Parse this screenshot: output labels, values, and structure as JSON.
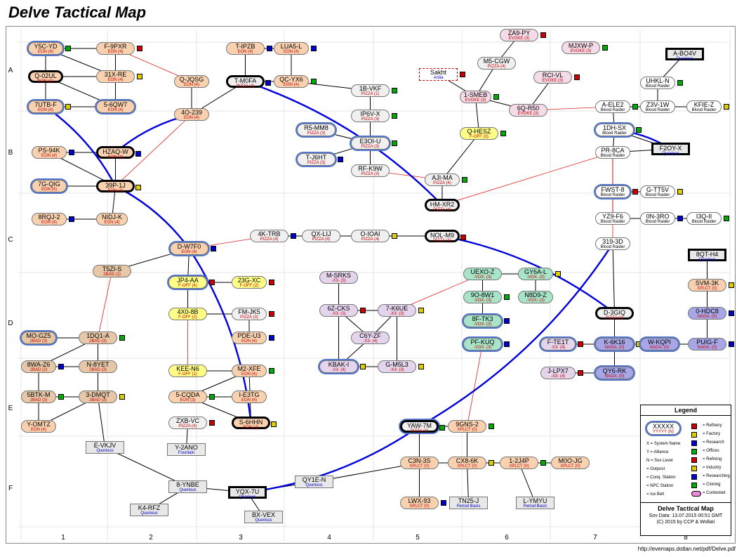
{
  "title": "Delve Tactical Map",
  "footer_url": "http://evemaps.dotlan.net/pdf/Delve.pdf",
  "row_labels": [
    "A",
    "B",
    "C",
    "D",
    "E",
    "F"
  ],
  "col_labels": [
    "1",
    "2",
    "3",
    "4",
    "5",
    "6",
    "7",
    "8"
  ],
  "colors": {
    "eon": "#f8d2b0",
    "pizza": "#f0f0f0",
    "evoke": "#f4dbe8",
    "foff": "#ffff88",
    "tbad": "#e6c8a8",
    "xe": "#e4d4ec",
    "vox": "#a8e4c8",
    "blood": "#ffffff",
    "naga": "#a7a7e7",
    "xplct": "#f8d2b0",
    "npc": "#e8e8e8",
    "ice": "#5577cc",
    "bridge": "#0000dd",
    "contested": "#ee88dd"
  },
  "systems": [
    {
      "name": "Y5C-YD",
      "alliance": "EON (4)",
      "c": "eon",
      "ice": true
    },
    {
      "name": "F-9PXR",
      "alliance": "EON (4)",
      "c": "eon"
    },
    {
      "name": "Q-02UL",
      "alliance": "EON (4)",
      "c": "eon",
      "bold": true
    },
    {
      "name": "31X-RE",
      "alliance": "EON (4)",
      "c": "eon"
    },
    {
      "name": "7UTB-F",
      "alliance": "EON (4)",
      "c": "eon",
      "ice": true
    },
    {
      "name": "5-6QW7",
      "alliance": "EON (4)",
      "c": "eon",
      "ice": true
    },
    {
      "name": "PS-94K",
      "alliance": "EON (4)",
      "c": "eon"
    },
    {
      "name": "HZAQ-W",
      "alliance": "EON (4)",
      "c": "eon",
      "bold": true
    },
    {
      "name": "7G-QIG",
      "alliance": "EON (4)",
      "c": "eon",
      "ice": true
    },
    {
      "name": "39P-1J",
      "alliance": "EON (4)",
      "c": "eon",
      "bold": true
    },
    {
      "name": "8RQJ-2",
      "alliance": "EON (4)",
      "c": "eon"
    },
    {
      "name": "NIDJ-K",
      "alliance": "EON (4)",
      "c": "eon"
    },
    {
      "name": "T-IPZB",
      "alliance": "EON (4)",
      "c": "eon"
    },
    {
      "name": "LUA5-L",
      "alliance": "EON (4)",
      "c": "eon"
    },
    {
      "name": "Q-JQSG",
      "alliance": "EON (4)",
      "c": "eon"
    },
    {
      "name": "T-M0FA",
      "alliance": "PIZZA (4)",
      "c": "pizza",
      "bold": true
    },
    {
      "name": "QC-YX6",
      "alliance": "EON (4)",
      "c": "eon"
    },
    {
      "name": "4O-239",
      "alliance": "EON (4)",
      "c": "eon"
    },
    {
      "name": "1B-VKF",
      "alliance": "PIZZA (1)",
      "c": "pizza"
    },
    {
      "name": "IP6V-X",
      "alliance": "PIZZA (3)",
      "c": "pizza"
    },
    {
      "name": "R5-MM8",
      "alliance": "PIZZA (3)",
      "c": "pizza",
      "ice": true
    },
    {
      "name": "E3OI-U",
      "alliance": "PIZZA (3)",
      "c": "pizza",
      "ice": true
    },
    {
      "name": "T-J6HT",
      "alliance": "PIZZA (3)",
      "c": "pizza",
      "ice": true
    },
    {
      "name": "RF-K9W",
      "alliance": "PIZZA (3)",
      "c": "pizza"
    },
    {
      "name": "ZA9-PY",
      "alliance": "EVOKE (3)",
      "c": "evoke"
    },
    {
      "name": "MJXW-P",
      "alliance": "EVOKE (3)",
      "c": "evoke"
    },
    {
      "name": "M5-CGW",
      "alliance": "PIZZA (4)",
      "c": "pizza"
    },
    {
      "name": "RCI-VL",
      "alliance": "EVOKE (3)",
      "c": "evoke"
    },
    {
      "name": "1-SMEB",
      "alliance": "EVOKE (3)",
      "c": "evoke"
    },
    {
      "name": "6Q-R50",
      "alliance": "EVOKE (3)",
      "c": "evoke"
    },
    {
      "name": "Q-HESZ",
      "alliance": "F-OFF (3)",
      "c": "foff"
    },
    {
      "name": "AJI-MA",
      "alliance": "PIZZA (4)",
      "c": "pizza"
    },
    {
      "name": "HM-XR2",
      "alliance": "PIZZA (4)",
      "c": "pizza",
      "bold": true
    },
    {
      "name": "NOL-M9",
      "alliance": "PIZZA (4)",
      "c": "pizza",
      "bold": true
    },
    {
      "name": "4K-TRB",
      "alliance": "PIZZA (4)",
      "c": "pizza"
    },
    {
      "name": "QX-LIJ",
      "alliance": "PIZZA (4)",
      "c": "pizza"
    },
    {
      "name": "O-IOAI",
      "alliance": "PIZZA (4)",
      "c": "pizza"
    },
    {
      "name": "D-W7F0",
      "alliance": "EON (4)",
      "c": "eon",
      "ice": true
    },
    {
      "name": "T5ZI-S",
      "alliance": "2BAD (1)",
      "c": "tbad"
    },
    {
      "name": "JP4-AA",
      "alliance": "F-OFF (4)",
      "c": "foff",
      "ice": true
    },
    {
      "name": "23G-XC",
      "alliance": "F-OFF (2)",
      "c": "foff"
    },
    {
      "name": "4X0-8B",
      "alliance": "F-OFF (2)",
      "c": "foff"
    },
    {
      "name": "FM-JK5",
      "alliance": "PIZZA (3)",
      "c": "pizza"
    },
    {
      "name": "PDE-U3",
      "alliance": "EON (4)",
      "c": "eon"
    },
    {
      "name": "KEE-N6",
      "alliance": "F-OFF (1)",
      "c": "foff"
    },
    {
      "name": "M2-XFE",
      "alliance": "EON (4)",
      "c": "eon"
    },
    {
      "name": "5-CQDA",
      "alliance": "EON (3)",
      "c": "eon"
    },
    {
      "name": "I-E3TG",
      "alliance": "EON (4)",
      "c": "eon"
    },
    {
      "name": "S-6HHN",
      "alliance": "EON (4)",
      "c": "eon",
      "bold": true
    },
    {
      "name": "ZXB-VC",
      "alliance": "PIZZA (4)",
      "c": "pizza"
    },
    {
      "name": "M-SRKS",
      "alliance": "-X3- (3)",
      "c": "xe"
    },
    {
      "name": "6Z-CKS",
      "alliance": "-X3- (3)",
      "c": "xe"
    },
    {
      "name": "7-K6UE",
      "alliance": "-X3- (3)",
      "c": "xe"
    },
    {
      "name": "C6Y-ZF",
      "alliance": "-X3- (4)",
      "c": "xe"
    },
    {
      "name": "KBAK-I",
      "alliance": "-X3- (4)",
      "c": "xe",
      "ice": true
    },
    {
      "name": "G-M5L3",
      "alliance": "-X3- (3)",
      "c": "xe"
    },
    {
      "name": "UEXO-Z",
      "alliance": "-VOX- (3)",
      "c": "vox"
    },
    {
      "name": "GY6A-L",
      "alliance": "-VOX- (3)",
      "c": "vox"
    },
    {
      "name": "9O-8W1",
      "alliance": "-VOX- (3)",
      "c": "vox"
    },
    {
      "name": "N8D9-Z",
      "alliance": "-VOX- (3)",
      "c": "vox"
    },
    {
      "name": "8F-TK3",
      "alliance": "-VOX- (3)",
      "c": "vox",
      "ice": true
    },
    {
      "name": "PF-KUQ",
      "alliance": "-VOX- (3)",
      "c": "vox",
      "ice": true
    },
    {
      "name": "MO-GZ5",
      "alliance": "2BAD (3)",
      "c": "tbad",
      "ice": true
    },
    {
      "name": "1DQ1-A",
      "alliance": "2BAD (3)",
      "c": "tbad"
    },
    {
      "name": "8WA-Z6",
      "alliance": "2BAD (2)",
      "c": "tbad"
    },
    {
      "name": "N-8YET",
      "alliance": "2BAD (3)",
      "c": "tbad"
    },
    {
      "name": "5BTK-M",
      "alliance": "2BAD (3)",
      "c": "tbad"
    },
    {
      "name": "3-DMQT",
      "alliance": "2BAD (3)",
      "c": "tbad"
    },
    {
      "name": "Y-OMTZ",
      "alliance": "EON (4)",
      "c": "eon"
    },
    {
      "name": "A-ELE2",
      "alliance": "Blood Raider",
      "c": "blood"
    },
    {
      "name": "UHKL-N",
      "alliance": "Blood Raider",
      "c": "blood"
    },
    {
      "name": "Z3V-1W",
      "alliance": "Blood Raider",
      "c": "blood"
    },
    {
      "name": "KFIE-Z",
      "alliance": "Blood Raider",
      "c": "blood"
    },
    {
      "name": "1DH-SX",
      "alliance": "Blood Raider",
      "c": "blood",
      "ice": true
    },
    {
      "name": "PR-8CA",
      "alliance": "Blood Raider",
      "c": "blood"
    },
    {
      "name": "FWST-8",
      "alliance": "Blood Raider",
      "c": "blood",
      "ice": true
    },
    {
      "name": "G-TT5V",
      "alliance": "Blood Raider",
      "c": "blood"
    },
    {
      "name": "YZ9-F6",
      "alliance": "Blood Raider",
      "c": "blood"
    },
    {
      "name": "0N-3RO",
      "alliance": "Blood Raider",
      "c": "blood"
    },
    {
      "name": "I3Q-II",
      "alliance": "Blood Raider",
      "c": "blood"
    },
    {
      "name": "319-3D",
      "alliance": "Blood Raider",
      "c": "blood"
    },
    {
      "name": "SVM-3K",
      "alliance": "XPLCT (0)",
      "c": "xplct"
    },
    {
      "name": "0-HDC8",
      "alliance": "NAGA. (0)",
      "c": "naga"
    },
    {
      "name": "D-3GIQ",
      "alliance": "PIZZA (4)",
      "c": "pizza",
      "bold": true
    },
    {
      "name": "F-TE1T",
      "alliance": "-X3- (4)",
      "c": "xe",
      "ice": true
    },
    {
      "name": "K-6K16",
      "alliance": "NAGA. (0)",
      "c": "naga",
      "ice": true
    },
    {
      "name": "W-KQPI",
      "alliance": "NAGA. (0)",
      "c": "naga",
      "ice": true
    },
    {
      "name": "PUIG-F",
      "alliance": "NAGA. (0)",
      "c": "naga"
    },
    {
      "name": "J-LPX7",
      "alliance": "-X3- (4)",
      "c": "xe"
    },
    {
      "name": "QY6-RK",
      "alliance": "NAGA. (0)",
      "c": "naga",
      "ice": true
    },
    {
      "name": "YAW-7M",
      "alliance": "PIZZA (3)",
      "c": "pizza",
      "ice": true,
      "bold": true
    },
    {
      "name": "9GNS-2",
      "alliance": "XPLCT (0)",
      "c": "xplct"
    },
    {
      "name": "C3N-3S",
      "alliance": "XPLCT (0)",
      "c": "xplct"
    },
    {
      "name": "CX8-6K",
      "alliance": "XPLCT (0)",
      "c": "xplct"
    },
    {
      "name": "1-2J4P",
      "alliance": "XPLCT (0)",
      "c": "xplct"
    },
    {
      "name": "M0O-JG",
      "alliance": "XPLCT (0)",
      "c": "xplct"
    },
    {
      "name": "LWX-93",
      "alliance": "XPLCT (0)",
      "c": "xplct"
    }
  ],
  "npc_systems": [
    {
      "name": "Sakht",
      "alliance": "Ardia"
    },
    {
      "name": "A-BO4V",
      "alliance": "Querious"
    },
    {
      "name": "F2OY-X",
      "alliance": "Querious"
    },
    {
      "name": "8QT-H4",
      "alliance": "Querious"
    },
    {
      "name": "E-VKJV",
      "alliance": "Querious"
    },
    {
      "name": "Y-2ANO",
      "alliance": "Fountain"
    },
    {
      "name": "8-YNBE",
      "alliance": "Querious"
    },
    {
      "name": "K4-RFZ",
      "alliance": "Querious"
    },
    {
      "name": "YQX-7U",
      "alliance": "Querious"
    },
    {
      "name": "BX-VEX",
      "alliance": "Querious"
    },
    {
      "name": "QY1E-N",
      "alliance": "Querious"
    },
    {
      "name": "TN25-J",
      "alliance": "Period Basis"
    },
    {
      "name": "L-YMYU",
      "alliance": "Period Basis"
    }
  ],
  "legend": {
    "title": "Legend",
    "sample_name": "XXXXX",
    "sample_alliance": "YYYYY (N)",
    "items_left": [
      "X = System Name",
      "Y = Alliance",
      "N = Sov Level",
      "= Outpost",
      "= Conq. Station",
      "= NPC Station",
      "= Ice Belt"
    ],
    "items_right": [
      "= Refinery",
      "= Factory",
      "= Research",
      "= Offices",
      "= Refining",
      "= Industry",
      "= Researching",
      "= Cloning",
      "= Contested"
    ],
    "map_title": "Delve Tactical Map",
    "sov_data": "Sov Data: 13.07.2015 00:51 GMT",
    "copyright": "(C) 2015 by CCP & Wollari"
  }
}
